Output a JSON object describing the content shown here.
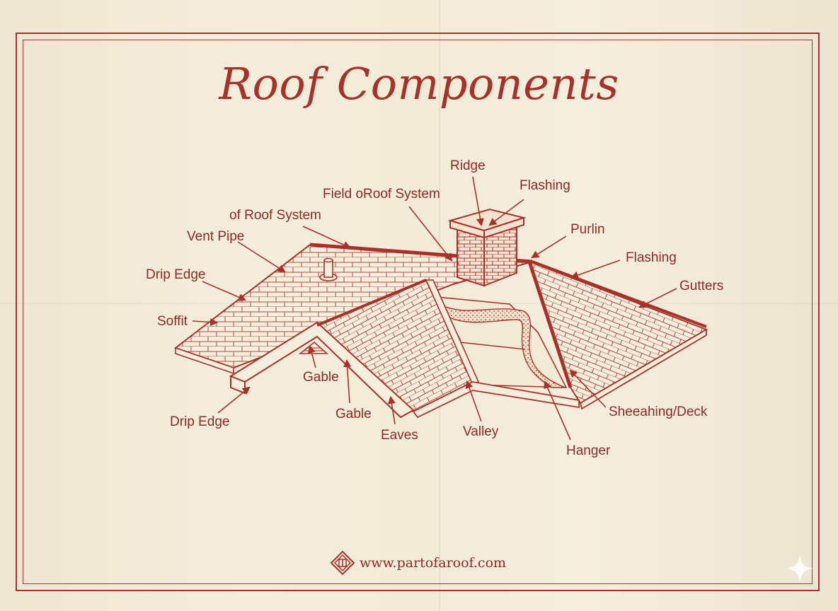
{
  "title": "Roof Components",
  "labels": {
    "ridge": "Ridge",
    "flashing_top": "Flashing",
    "field_roof_system": "Field oRoof System",
    "of_roof_system": "of Roof System",
    "vent_pipe": "Vent Pipe",
    "drip_edge_left": "Drip Edge",
    "soffit": "Soffit",
    "purlin": "Purlin",
    "flashing_right": "Flashing",
    "gutters": "Gutters",
    "gable_upper": "Gable",
    "gable_lower": "Gable",
    "drip_edge_bottom": "Drip Edge",
    "eaves": "Eaves",
    "valley": "Valley",
    "sheathing_deck": "Sheeahing/Deck",
    "hanger": "Hanger"
  },
  "footer": {
    "website": "www.partofaroof.com"
  },
  "colors": {
    "ink": "#a8322b",
    "paper": "#f2ebd8"
  }
}
